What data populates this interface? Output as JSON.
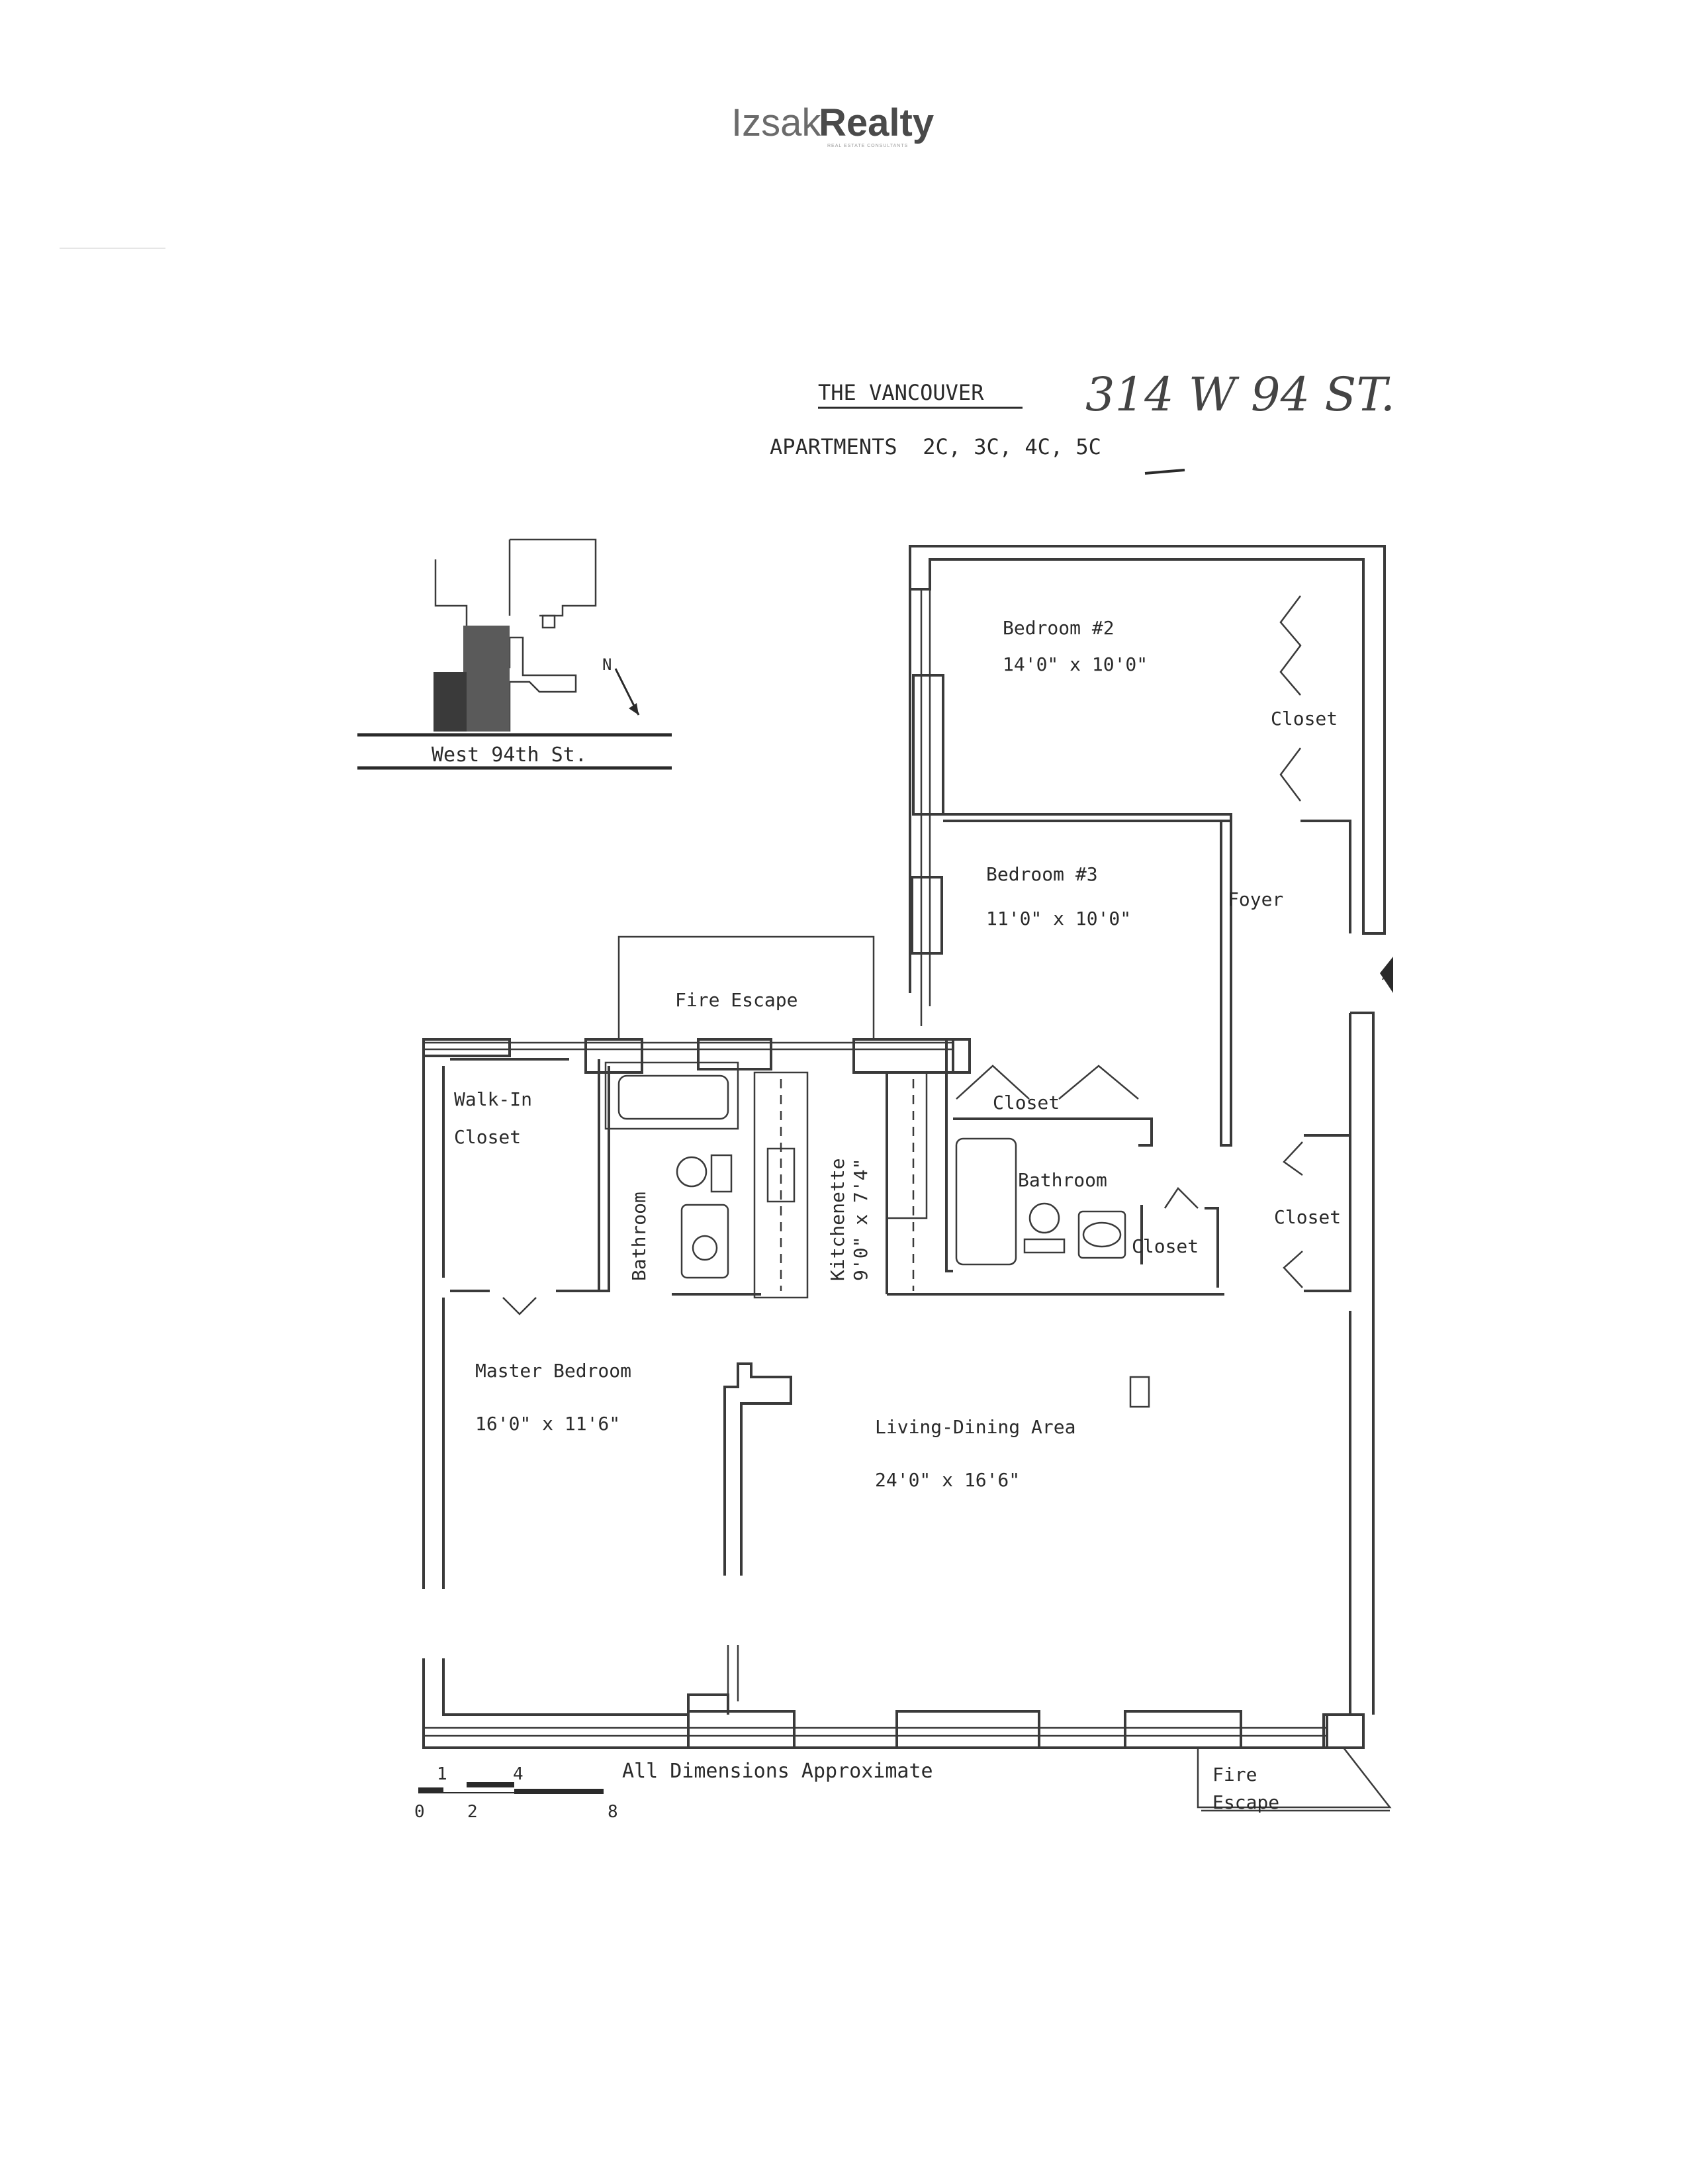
{
  "header": {
    "logo_light": "Izsak",
    "logo_bold": "Realty",
    "logo_tagline": "REAL ESTATE CONSULTANTS"
  },
  "plan": {
    "building": "THE VANCOUVER",
    "handwritten_address": "314 W 94 ST.",
    "apartments": "APARTMENTS  2C, 3C, 4C, 5C",
    "street": "West 94th St.",
    "north_marker": "N",
    "entry_marker": "A",
    "rooms": {
      "bedroom2_name": "Bedroom #2",
      "bedroom2_size": "14'0\" x 10'0\"",
      "bedroom3_name": "Bedroom #3",
      "bedroom3_size": "11'0\" x 10'0\"",
      "foyer": "Foyer",
      "closet": "Closet",
      "fire_escape": "Fire Escape",
      "fire_escape_line1": "Fire",
      "fire_escape_line2": "Escape",
      "walkin_line1": "Walk-In",
      "walkin_line2": "Closet",
      "bathroom": "Bathroom",
      "kitchenette_name": "Kitchenette",
      "kitchenette_size": "9'0\" x 7'4\"",
      "master_name": "Master Bedroom",
      "master_size": "16'0\" x 11'6\"",
      "living_name": "Living-Dining Area",
      "living_size": "24'0\" x 16'6\""
    },
    "scale": {
      "top_ticks": [
        "1",
        "4"
      ],
      "bottom_ticks": [
        "0",
        "2",
        "8"
      ]
    },
    "note": "All Dimensions Approximate"
  }
}
